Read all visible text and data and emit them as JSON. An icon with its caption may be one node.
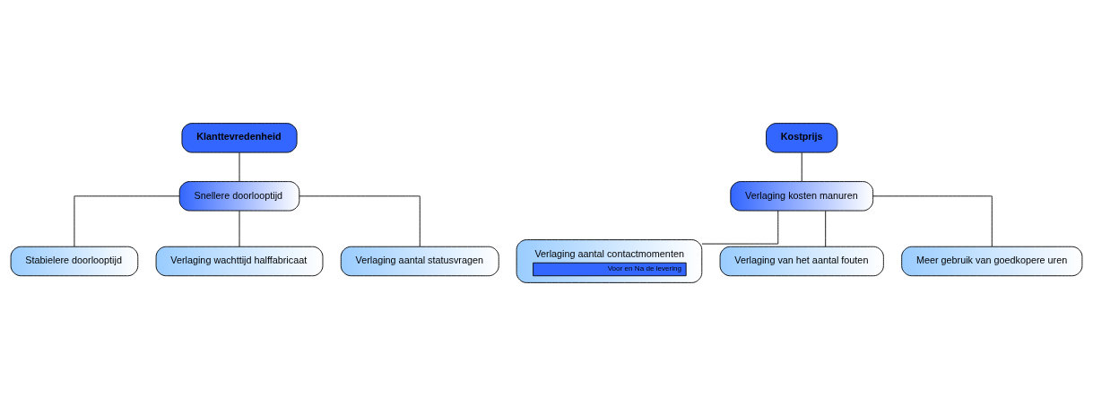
{
  "diagram": {
    "nodes": [
      {
        "text": [
          "Klanttevredenheid"
        ]
      },
      {
        "text": [
          "Snellere doorlooptijd"
        ]
      },
      {
        "text": [
          "Stabielere doorlooptijd"
        ]
      },
      {
        "text": [
          "Verlaging wachttijd halffabricaat"
        ]
      },
      {
        "text": [
          "Verlaging aantal statusvragen"
        ]
      },
      {
        "text": [
          "Kostprijs"
        ]
      },
      {
        "text": [
          "Verlaging kosten manuren"
        ]
      },
      {
        "text": [
          "Verlaging aantal contactmomenten",
          "Voor en Na de levering"
        ]
      },
      {
        "text": [
          "Verlaging van het aantal fouten"
        ]
      },
      {
        "text": [
          "Meer gebruik van goedkopere uren"
        ]
      }
    ],
    "edges": [
      {
        "from": 0,
        "to": 1,
        "arrow": "none"
      },
      {
        "from": 1,
        "to": 2,
        "arrow": "none"
      },
      {
        "from": 1,
        "to": 3,
        "arrow": "none"
      },
      {
        "from": 1,
        "to": 4,
        "arrow": "none"
      },
      {
        "from": 5,
        "to": 6,
        "arrow": "none"
      },
      {
        "from": 6,
        "to": 7,
        "arrow": "none"
      },
      {
        "from": 6,
        "to": 8,
        "arrow": "none"
      },
      {
        "from": 6,
        "to": 9,
        "arrow": "none"
      }
    ]
  }
}
